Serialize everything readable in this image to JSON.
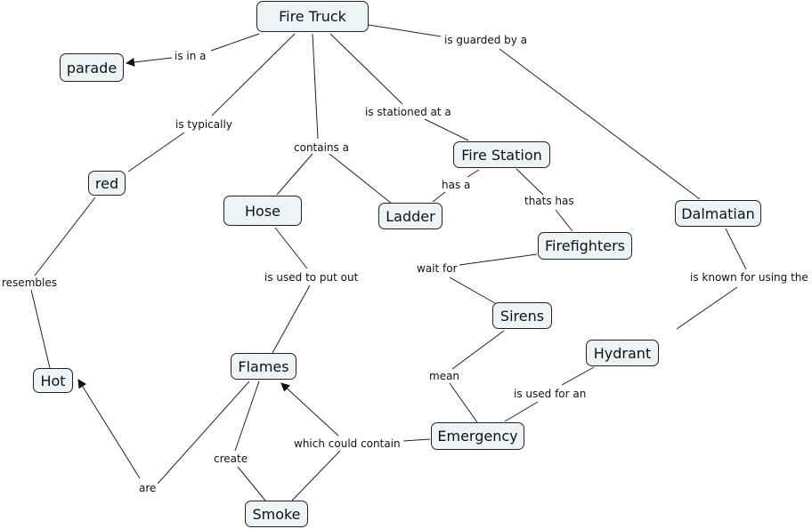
{
  "diagram": {
    "type": "concept-map",
    "colors": {
      "node_fill": "#eef3f6",
      "node_border": "#222222",
      "line": "#222222",
      "background": "#ffffff"
    },
    "nodes": [
      {
        "id": "fire-truck",
        "label": "Fire Truck"
      },
      {
        "id": "parade",
        "label": "parade"
      },
      {
        "id": "red",
        "label": "red"
      },
      {
        "id": "hose",
        "label": "Hose"
      },
      {
        "id": "ladder",
        "label": "Ladder"
      },
      {
        "id": "fire-station",
        "label": "Fire Station"
      },
      {
        "id": "dalmatian",
        "label": "Dalmatian"
      },
      {
        "id": "firefighters",
        "label": "Firefighters"
      },
      {
        "id": "sirens",
        "label": "Sirens"
      },
      {
        "id": "hydrant",
        "label": "Hydrant"
      },
      {
        "id": "hot",
        "label": "Hot"
      },
      {
        "id": "flames",
        "label": "Flames"
      },
      {
        "id": "emergency",
        "label": "Emergency"
      },
      {
        "id": "smoke",
        "label": "Smoke"
      }
    ],
    "links": [
      {
        "id": "is-in-a",
        "label": "is in a",
        "from": "fire-truck",
        "to": "parade",
        "arrow": true
      },
      {
        "id": "is-typically",
        "label": "is typically",
        "from": "fire-truck",
        "to": "red",
        "arrow": false
      },
      {
        "id": "contains-a",
        "label": "contains a",
        "from": "fire-truck",
        "to": [
          "hose",
          "ladder"
        ],
        "arrow": false
      },
      {
        "id": "is-stationed-at-a",
        "label": "is stationed at a",
        "from": "fire-truck",
        "to": "fire-station",
        "arrow": false
      },
      {
        "id": "is-guarded-by-a",
        "label": "is guarded by a",
        "from": "fire-truck",
        "to": "dalmatian",
        "arrow": false
      },
      {
        "id": "has-a",
        "label": "has a",
        "from": "fire-station",
        "to": "ladder",
        "arrow": false
      },
      {
        "id": "thats-has",
        "label": "thats has",
        "from": "fire-station",
        "to": "firefighters",
        "arrow": false
      },
      {
        "id": "resembles",
        "label": "resembles",
        "from": "red",
        "to": "hot",
        "arrow": false
      },
      {
        "id": "is-used-to-put-out",
        "label": "is used to put out",
        "from": "hose",
        "to": "flames",
        "arrow": false
      },
      {
        "id": "wait-for",
        "label": "wait for",
        "from": "firefighters",
        "to": "sirens",
        "arrow": false
      },
      {
        "id": "is-known-for-using-the",
        "label": "is known for using the",
        "from": "dalmatian",
        "to": "hydrant",
        "arrow": false
      },
      {
        "id": "mean",
        "label": "mean",
        "from": "sirens",
        "to": "emergency",
        "arrow": false
      },
      {
        "id": "is-used-for-an",
        "label": "is used for an",
        "from": "hydrant",
        "to": "emergency",
        "arrow": false
      },
      {
        "id": "which-could-contain",
        "label": "which could contain",
        "from": "emergency",
        "to": "flames",
        "arrow": true
      },
      {
        "id": "are",
        "label": "are",
        "from": "flames",
        "to": "hot",
        "arrow": true
      },
      {
        "id": "create",
        "label": "create",
        "from": "flames",
        "to": "smoke",
        "arrow": false
      },
      {
        "id": "smoke-which-could-contain",
        "label": "",
        "from": "smoke",
        "to": "which-could-contain",
        "arrow": false
      }
    ]
  }
}
